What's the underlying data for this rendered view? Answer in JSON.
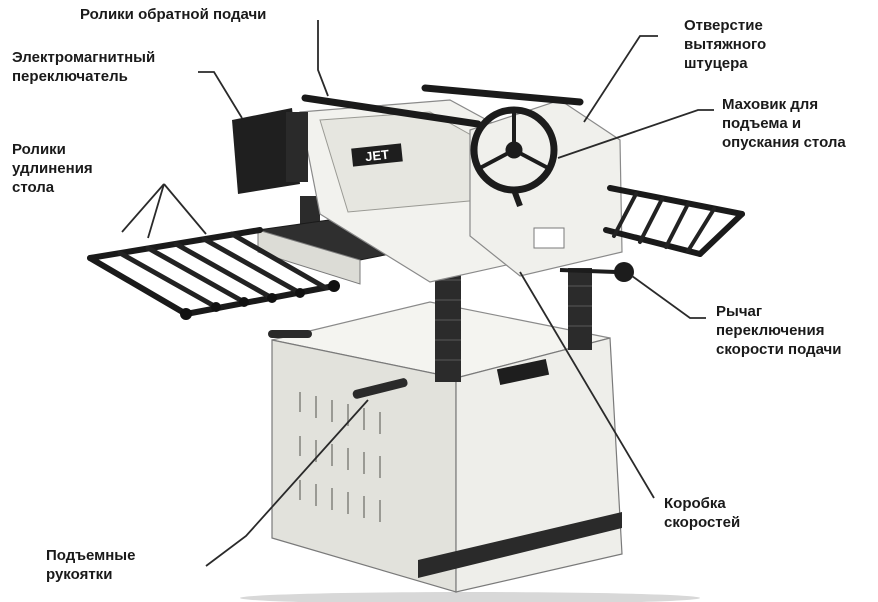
{
  "labels": {
    "feed_rollers": "Ролики обратной подачи",
    "switch": "Электромагнитный\nпереключатель",
    "table_rollers": "Ролики\nудлинения\nстола",
    "dust_port": "Отверстие\nвытяжного\nштуцера",
    "handwheel": "Маховик для\nподъема и\nопускания стола",
    "lever": "Рычаг\nпереключения\nскорости подачи",
    "gearbox": "Коробка\nскоростей",
    "handles": "Подъемные\nрукоятки"
  },
  "brand": "JET",
  "colors": {
    "machine": "#efefea",
    "dark": "#1e1e1e",
    "leader": "#2a2a2a"
  }
}
